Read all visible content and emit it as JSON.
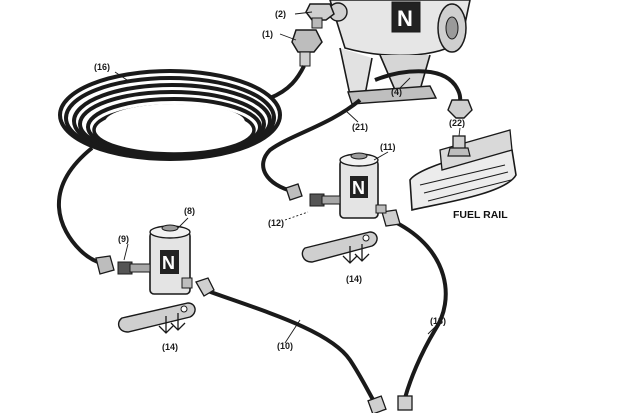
{
  "diagram": {
    "callouts": {
      "c1": "(1)",
      "c2": "(2)",
      "c4": "(4)",
      "c8": "(8)",
      "c9": "(9)",
      "c10": "(10)",
      "c11": "(11)",
      "c12": "(12)",
      "c13": "(13)",
      "c14a": "(14)",
      "c14b": "(14)",
      "c16": "(16)",
      "c21": "(21)",
      "c22": "(22)"
    },
    "fuel_rail_label": "FUEL RAIL",
    "logo_letter": "N"
  },
  "colors": {
    "ink": "#1a1a1a",
    "paper": "#ffffff",
    "metal": "#d8d8d8"
  }
}
